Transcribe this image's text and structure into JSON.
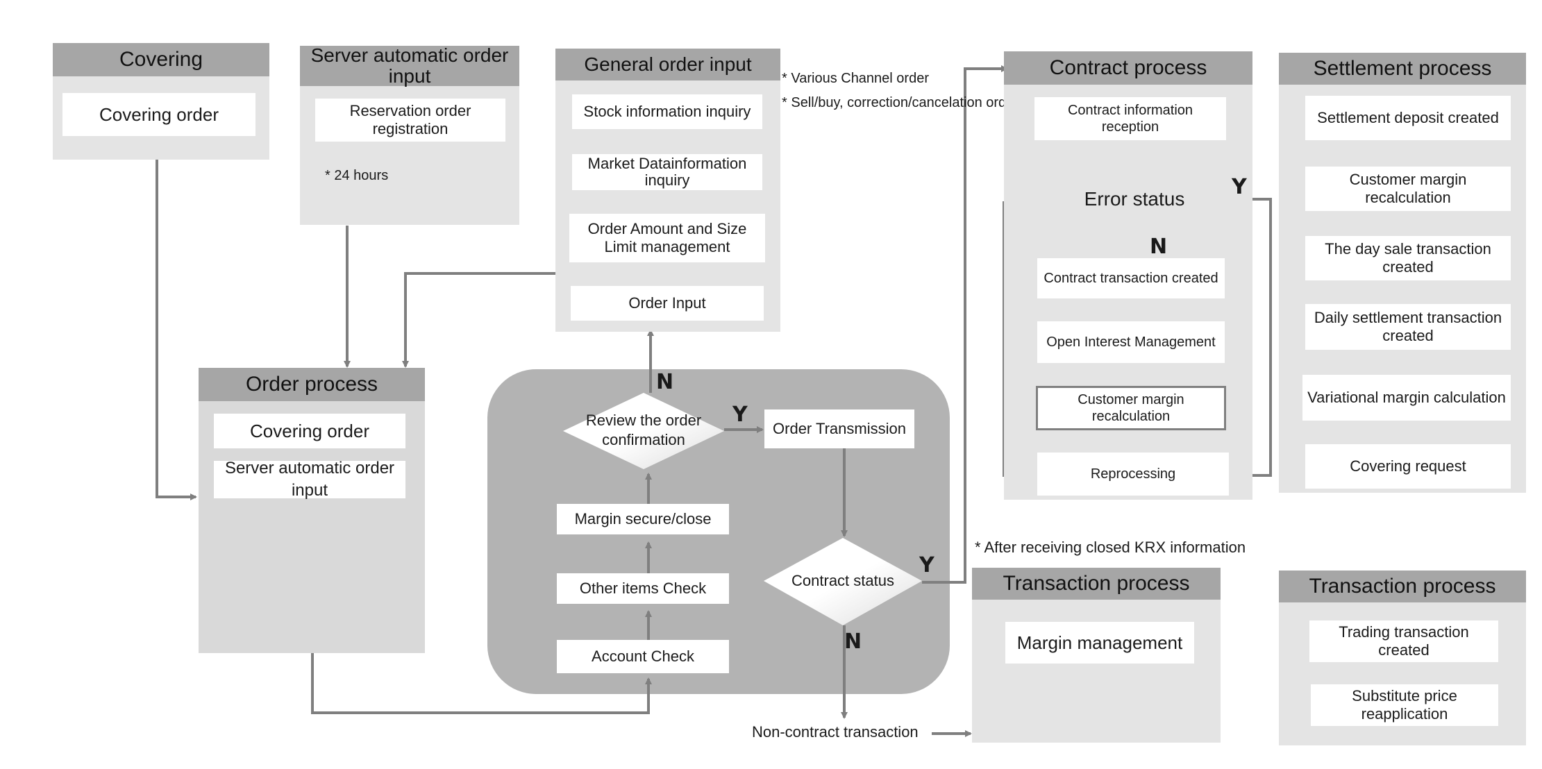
{
  "covering": {
    "title": "Covering",
    "item": "Covering order"
  },
  "server_auto": {
    "title": "Server automatic order input",
    "item": "Reservation order registration",
    "note": "24 hours"
  },
  "general_order": {
    "title": "General order input",
    "items": [
      "Stock information inquiry",
      "Market Datainformation inquiry",
      "Order Amount and Size Limit management",
      "Order Input"
    ],
    "notes": [
      "Various Channel order",
      "Sell/buy, correction/cancelation order"
    ]
  },
  "order_process": {
    "title": "Order process",
    "items": [
      "Covering order",
      "Server automatic order input"
    ]
  },
  "order_flow": {
    "review": "Review the order confirmation",
    "transmission": "Order Transmission",
    "margin_secure": "Margin secure/close",
    "other_check": "Other items Check",
    "account_check": "Account Check",
    "contract_status": "Contract status"
  },
  "contract_process": {
    "title": "Contract process",
    "reception": "Contract information reception",
    "error_status": "Error status",
    "items": [
      "Contract transaction created",
      "Open Interest Management",
      "Customer margin recalculation",
      "Reprocessing"
    ]
  },
  "settlement_process": {
    "title": "Settlement process",
    "items": [
      "Settlement deposit created",
      "Customer margin recalculation",
      "The day sale transaction created",
      "Daily settlement transaction created",
      "Variational margin calculation",
      "Covering request"
    ]
  },
  "krx_note": "After receiving closed KRX information",
  "transaction_process_1": {
    "title": "Transaction process",
    "item": "Margin management"
  },
  "transaction_process_2": {
    "title": "Transaction process",
    "items": [
      "Trading transaction created",
      "Substitute price reapplication"
    ]
  },
  "non_contract": "Non-contract transaction",
  "labels": {
    "yes": "Y",
    "no": "N"
  },
  "colors": {
    "panel": "#e4e4e4",
    "header": "#a6a6a6",
    "flow_area": "#b3b3b3",
    "arrow": "#7f7f7f"
  }
}
